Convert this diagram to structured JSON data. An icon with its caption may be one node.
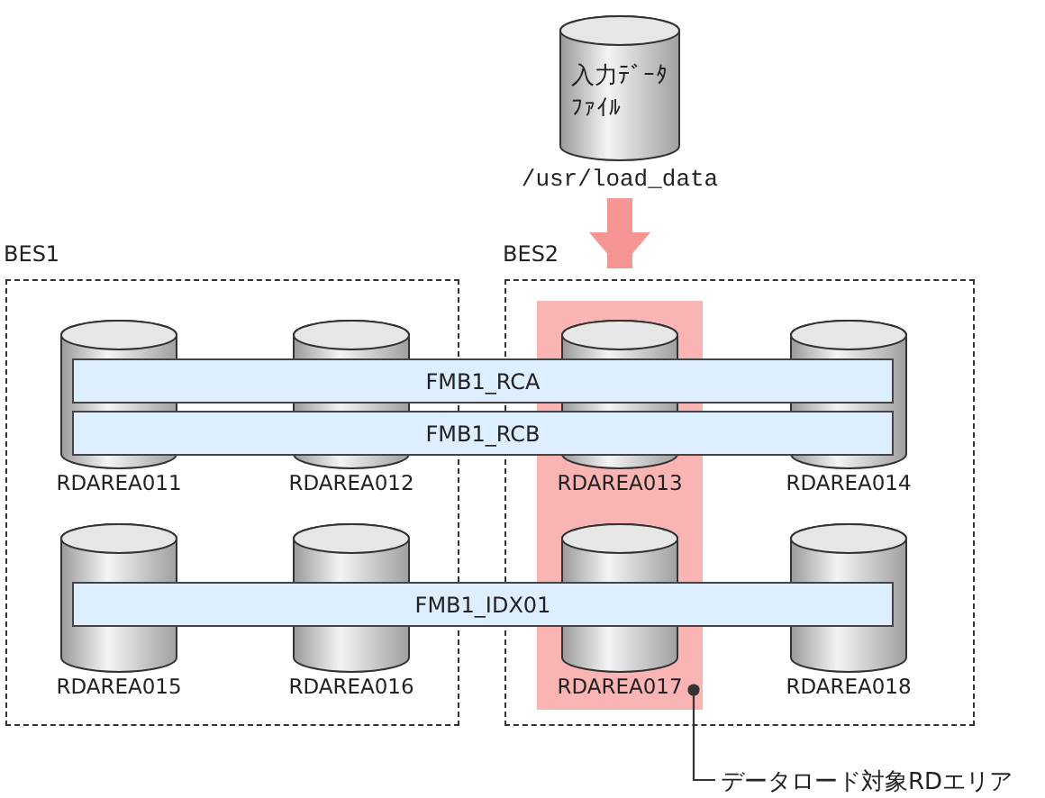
{
  "diagram": {
    "nodes": [
      {
        "text": [
          "入力ﾃﾞｰﾀﾌｧｲﾙ"
        ],
        "beside": [
          "/usr/load_data"
        ]
      },
      {
        "text": [
          "BES1"
        ]
      },
      {
        "text": [
          "RDAREA011"
        ],
        "in": 1
      },
      {
        "text": [
          "RDAREA012"
        ],
        "in": 1
      },
      {
        "text": [
          "RDAREA015"
        ],
        "in": 1
      },
      {
        "text": [
          "RDAREA016"
        ],
        "in": 1
      },
      {
        "text": [
          "BES2"
        ]
      },
      {
        "text": [],
        "shape": "box",
        "in": 6
      },
      {
        "text": [
          "RDAREA013"
        ],
        "in": 7
      },
      {
        "text": [
          "RDAREA017"
        ],
        "in": 7
      },
      {
        "text": [
          "RDAREA014"
        ],
        "in": 6
      },
      {
        "text": [
          "RDAREA018"
        ],
        "in": 6
      },
      {
        "text": [
          "FMB1_RCA"
        ]
      },
      {
        "text": [
          "FMB1_RCB"
        ]
      },
      {
        "text": [
          "FMB1_IDX01"
        ]
      },
      {
        "text": [
          "データロード対象RDエリア"
        ]
      }
    ],
    "edges": [
      {
        "from": 0,
        "to": 7,
        "arrow": "to",
        "style": "thick",
        "color": "#f79494"
      },
      {
        "from": 15,
        "to": 7,
        "arrow": "other",
        "color": "#333333"
      }
    ]
  }
}
